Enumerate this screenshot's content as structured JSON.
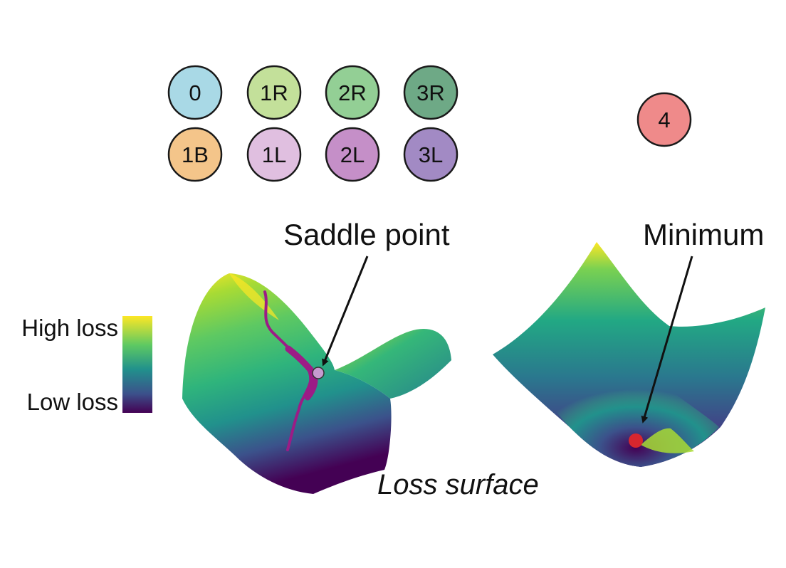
{
  "nodes": [
    {
      "label": "0",
      "color": "#a9d9e6"
    },
    {
      "label": "1R",
      "color": "#c3e09a"
    },
    {
      "label": "2R",
      "color": "#93cf95"
    },
    {
      "label": "3R",
      "color": "#6ea986"
    },
    {
      "label": "1B",
      "color": "#f4c58a"
    },
    {
      "label": "1L",
      "color": "#e0bfe0"
    },
    {
      "label": "2L",
      "color": "#c58fc8"
    },
    {
      "label": "3L",
      "color": "#a28ac4"
    },
    {
      "label": "4",
      "color": "#ef8a8a"
    }
  ],
  "annotations": {
    "saddle_point": "Saddle point",
    "minimum": "Minimum",
    "loss_surface": "Loss surface"
  },
  "legend": {
    "high": "High loss",
    "low": "Low loss",
    "colors": [
      "#fde725",
      "#5ec962",
      "#21918c",
      "#3b528b",
      "#440154"
    ]
  },
  "markers": {
    "saddle_color": "#c69bcf",
    "minimum_color": "#d7262e",
    "path_color": "#9c1c86"
  }
}
